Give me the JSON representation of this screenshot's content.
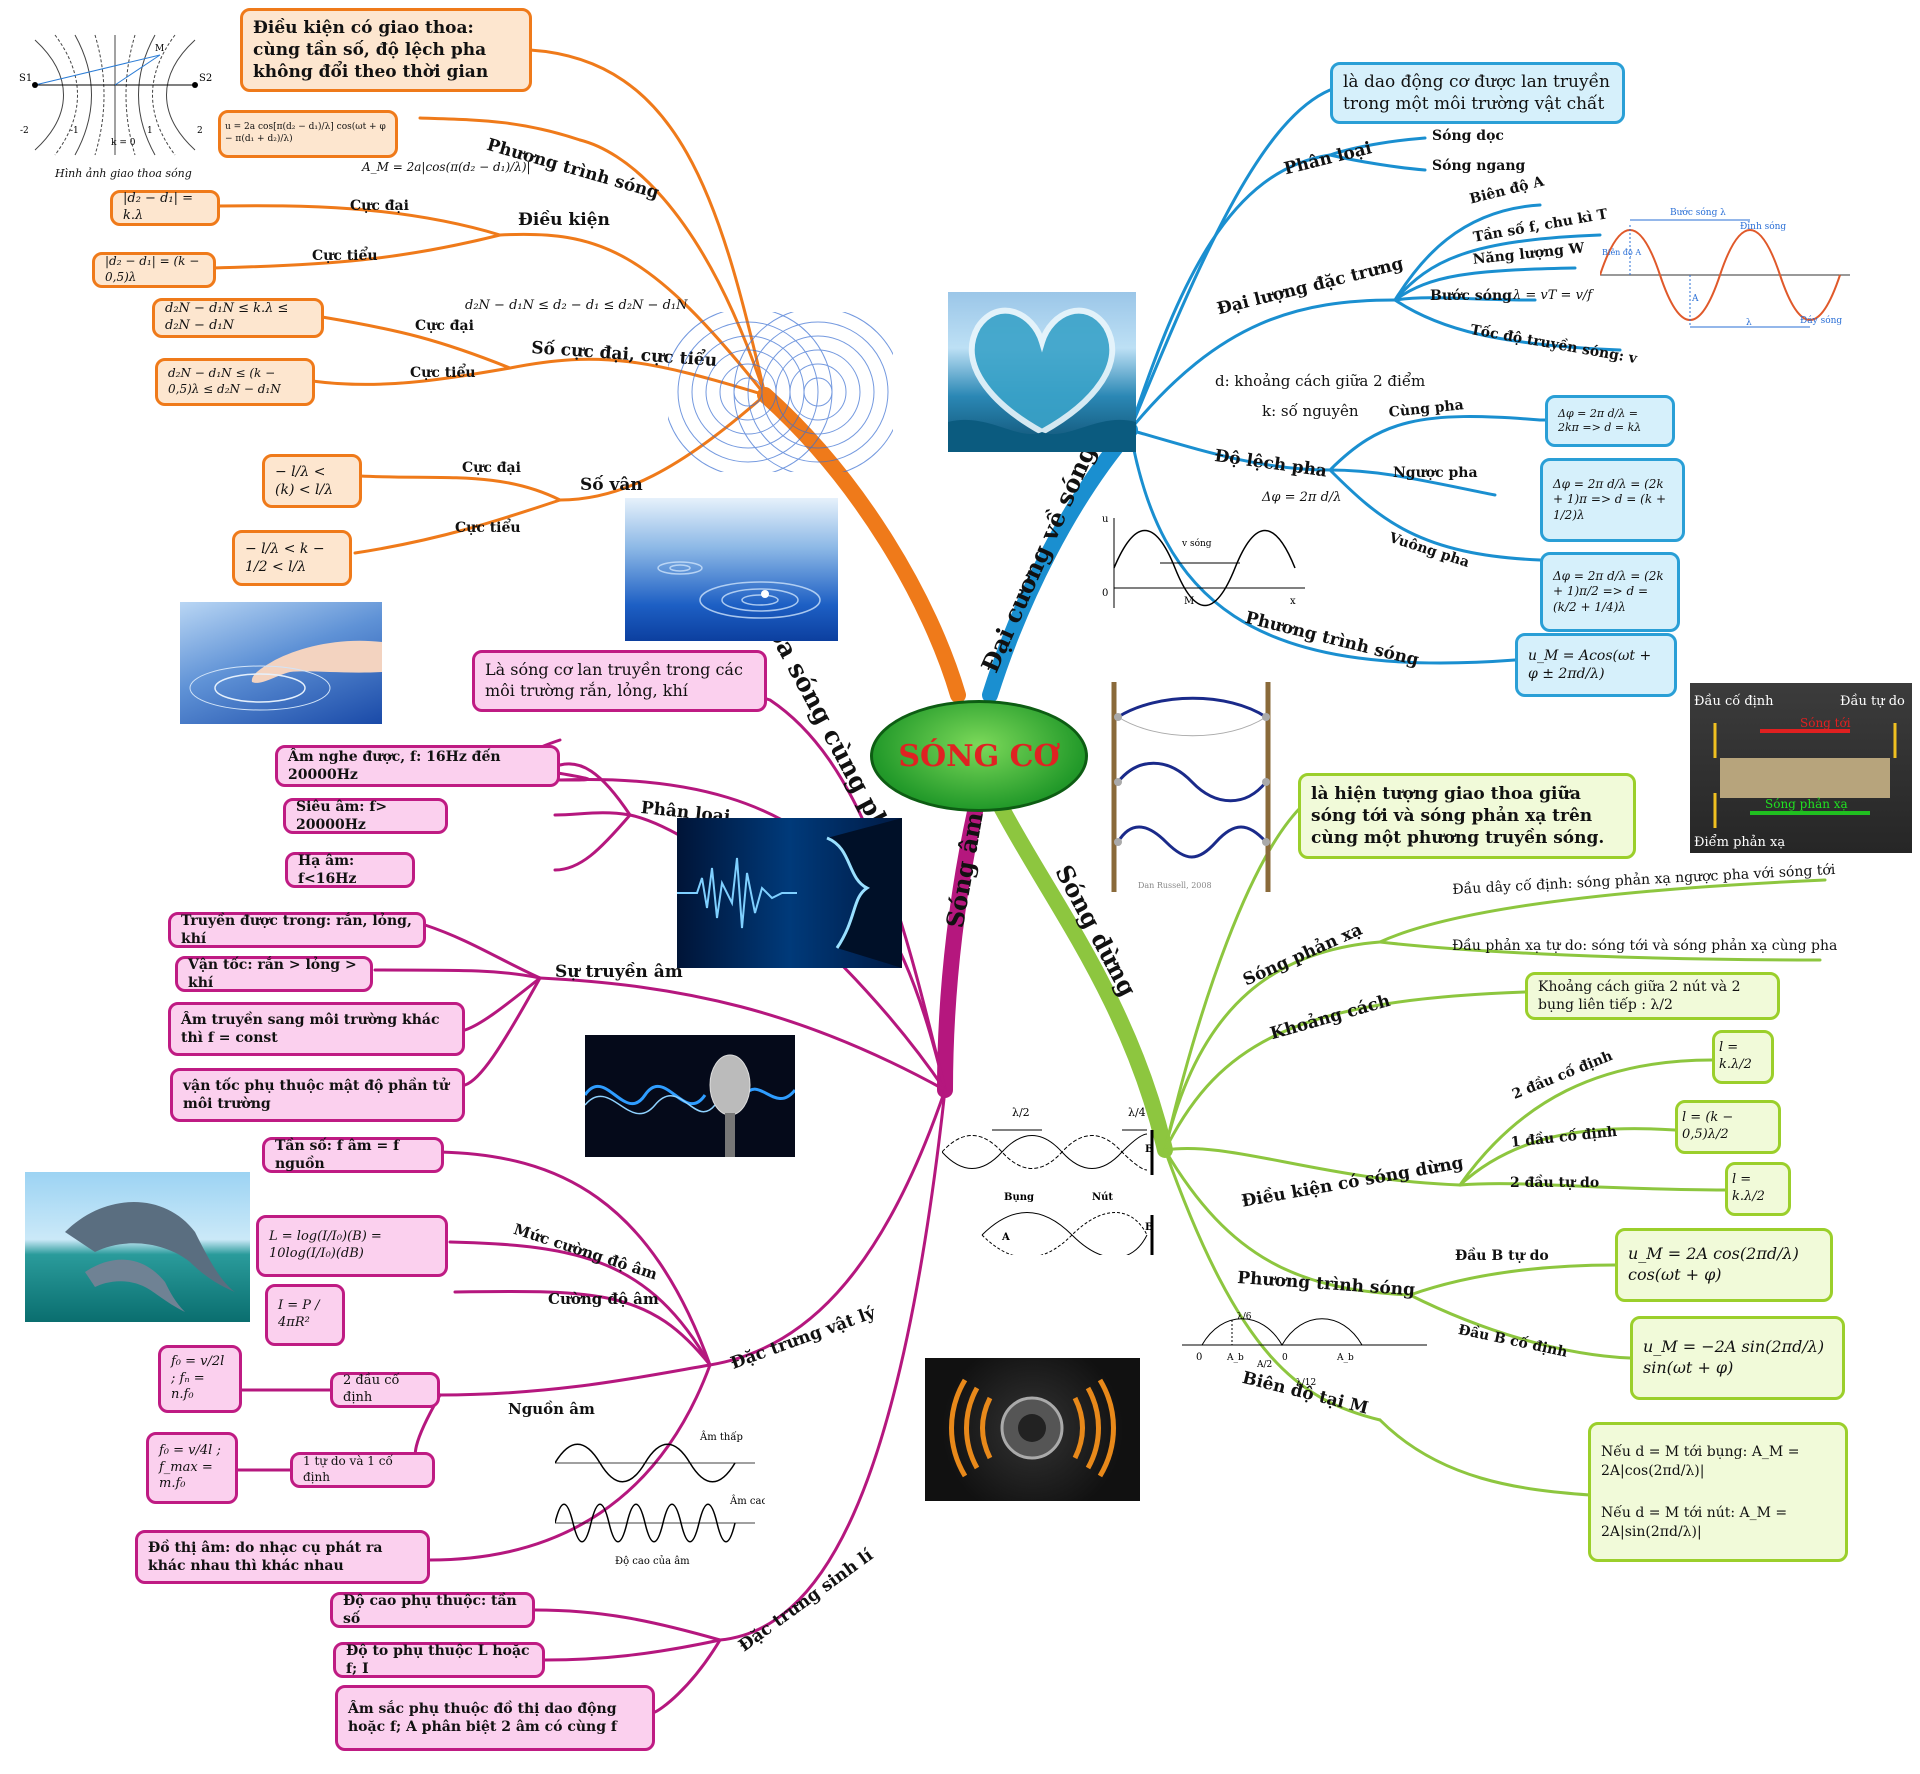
{
  "center": "SÓNG CƠ",
  "trunks": {
    "interference": "Giao thoa sóng cùng pha",
    "general": "Đại cương về sóng cơ",
    "standing": "Sóng dừng",
    "sound": "Sóng âm"
  },
  "colors": {
    "orange": "#ef7a1a",
    "blue": "#1a8fd0",
    "green": "#8dc63f",
    "magenta": "#b5177e",
    "center": "#2fa534"
  },
  "interference": {
    "condition_box": "Điều kiện có giao thoa: cùng tần số, độ lệch pha không đổi theo thời gian",
    "fig_caption": "Hình ảnh giao thoa sóng",
    "wave_eq_label": "Phương trình sóng",
    "wave_eq_formula": "u = 2a cos[π(d₂ − d₁)/λ] cos(ωt + φ − π(d₁ + d₂)/λ)",
    "amp_formula": "A_M = 2a|cos(π(d₂ − d₁)/λ)|",
    "cond_label": "Điều kiện",
    "max_label": "Cực đại",
    "min_label": "Cực tiểu",
    "cond_max": "|d₂ − d₁| = k.λ",
    "cond_min": "|d₂ − d₁| = (k − 0,5)λ",
    "count_label": "Số cực đại, cực tiểu",
    "count_range": "d₂N − d₁N ≤ d₂ − d₁ ≤ d₂N − d₁N",
    "count_max": "d₂N − d₁N ≤ k.λ ≤ d₂N − d₁N",
    "count_min": "d₂N − d₁N ≤ (k − 0,5)λ ≤ d₂N − d₁N",
    "fringe_label": "Số vân",
    "fringe_max": "− l/λ < (k) < l/λ",
    "fringe_min": "− l/λ < k − 1/2 < l/λ"
  },
  "general": {
    "def_box": "là dao động cơ được lan truyền trong một môi trường vật chất",
    "classify_label": "Phân loại",
    "longitudinal": "Sóng dọc",
    "transverse": "Sóng ngang",
    "quantities_label": "Đại lượng đặc trưng",
    "amplitude": "Biên độ A",
    "freq_period": "Tần số f, chu kì T",
    "energy": "Năng lượng W",
    "wavelength": "Bước sóng",
    "wavelength_formula": "λ = vT = v/f",
    "speed": "Tốc độ truyền sóng: v",
    "d_note": "d: khoảng cách giữa 2 điểm",
    "k_note": "k: số nguyên",
    "phase_label": "Độ lệch pha",
    "phase_formula": "Δφ = 2π d/λ",
    "in_phase": "Cùng pha",
    "anti_phase": "Ngược pha",
    "quadrature": "Vuông pha",
    "in_phase_box": "Δφ = 2π d/λ = 2kπ => d = kλ",
    "anti_phase_box": "Δφ = 2π d/λ = (2k + 1)π => d = (k + 1/2)λ",
    "quad_box": "Δφ = 2π d/λ = (2k + 1)π/2 => d = (k/2 + 1/4)λ",
    "wave_eq_label": "Phương trình sóng",
    "wave_eq_box": "u_M = Acos(ωt + φ ± 2πd/λ)",
    "graph_labels": {
      "wavelength": "Bước sóng λ",
      "crest": "Đỉnh sóng",
      "amplitude": "Biên độ A",
      "trough": "Đáy sóng",
      "lambda": "λ",
      "A": "A"
    },
    "axis_labels": {
      "u": "u",
      "x": "x",
      "o": "0",
      "m": "M",
      "v": "v sóng"
    }
  },
  "standing": {
    "def_box": "là hiện tượng giao thoa giữa sóng tới và sóng phản xạ trên cùng một phương truyền sóng.",
    "photo_labels": {
      "fixed_end": "Đầu cố định",
      "free_end": "Đầu tự do",
      "incident": "Sóng tới",
      "reflected": "Sóng phản xạ",
      "reflect_point": "Điểm phản xạ"
    },
    "string_credit": "Dan Russell, 2008",
    "reflected_label": "Sóng phản xạ",
    "reflected_fixed": "Đầu dây cố định: sóng phản xạ ngược pha với sóng tới",
    "reflected_free": "Đầu phản xạ tự do: sóng tới và sóng phản xạ cùng pha",
    "distance_label": "Khoảng cách",
    "distance_box": "Khoảng cách giữa 2 nút và 2 bụng liên tiếp : λ/2",
    "cond_label": "Điều kiện có sóng dừng",
    "two_fixed": "2 đầu cố định",
    "one_fixed": "1 đầu cố định",
    "two_free": "2 đầu tự do",
    "two_fixed_box": "l = k.λ/2",
    "one_fixed_box": "l = (k − 0,5)λ/2",
    "two_free_box": "l = k.λ/2",
    "eq_label": "Phương trình sóng",
    "free_b": "Đầu B tự do",
    "fixed_b": "Đầu B cố định",
    "free_b_box": "u_M = 2A cos(2πd/λ) cos(ωt + φ)",
    "fixed_b_box": "u_M = −2A sin(2πd/λ) sin(ωt + φ)",
    "amp_label": "Biên độ tại M",
    "amp_box_1": "Nếu d = M tới bụng: A_M = 2A|cos(2πd/λ)|",
    "amp_box_2": "Nếu d = M tới nút: A_M = 2A|sin(2πd/λ)|",
    "diagram_labels": {
      "half": "λ/2",
      "quarter": "λ/4",
      "b": "B",
      "a": "A",
      "antinode": "Bụng",
      "node": "Nút",
      "sixth": "λ/6",
      "twelfth": "λ/12",
      "zero": "0",
      "ab": "A_b",
      "half2": "A/2"
    }
  },
  "sound": {
    "def_box": "Là sóng cơ lan truyền trong các môi trường rắn, lỏng, khí",
    "classify_label": "Phân loại",
    "audible": "Âm nghe được, f: 16Hz đến 20000Hz",
    "ultra": "Siêu âm: f> 20000Hz",
    "infra": "Hạ âm: f<16Hz",
    "prop_label": "Sự truyền âm",
    "prop_1": "Truyền được trong: rắn, lỏng, khí",
    "prop_2": "Vận tốc: rắn > lỏng > khí",
    "prop_3": "Âm truyền sang môi trường khác thì f = const",
    "prop_4": "vận tốc phụ thuộc mật độ phần tử môi trường",
    "phys_label": "Đặc trưng vật lý",
    "freq": "Tần số: f âm = f nguồn",
    "level_label": "Mức cường độ âm",
    "level_box": "L = log(I/I₀)(B) = 10log(I/I₀)(dB)",
    "intensity_label": "Cường độ âm",
    "intensity_box": "I = P / 4πR²",
    "source_label": "Nguồn âm",
    "two_fixed": "2 đầu cố định",
    "one_free": "1 tự do và 1 cố định",
    "two_fixed_box": "f₀ = v/2l ; fₙ = n.f₀",
    "one_free_box": "f₀ = v/4l ; f_max = m.f₀",
    "graph_box": "Đồ thị âm: do nhạc cụ phát ra khác nhau thì khác nhau",
    "low_sound": "Âm thấp",
    "high_sound": "Âm cao",
    "pitch_caption": "Độ cao của âm",
    "bio_label": "Đặc trưng sinh lí",
    "pitch": "Độ cao phụ thuộc: tần số",
    "loudness": "Độ to phụ thuộc L hoặc f; I",
    "timbre": "Âm sắc phụ thuộc đồ thị dao động hoặc f; A phân biệt 2 âm có cùng f"
  }
}
